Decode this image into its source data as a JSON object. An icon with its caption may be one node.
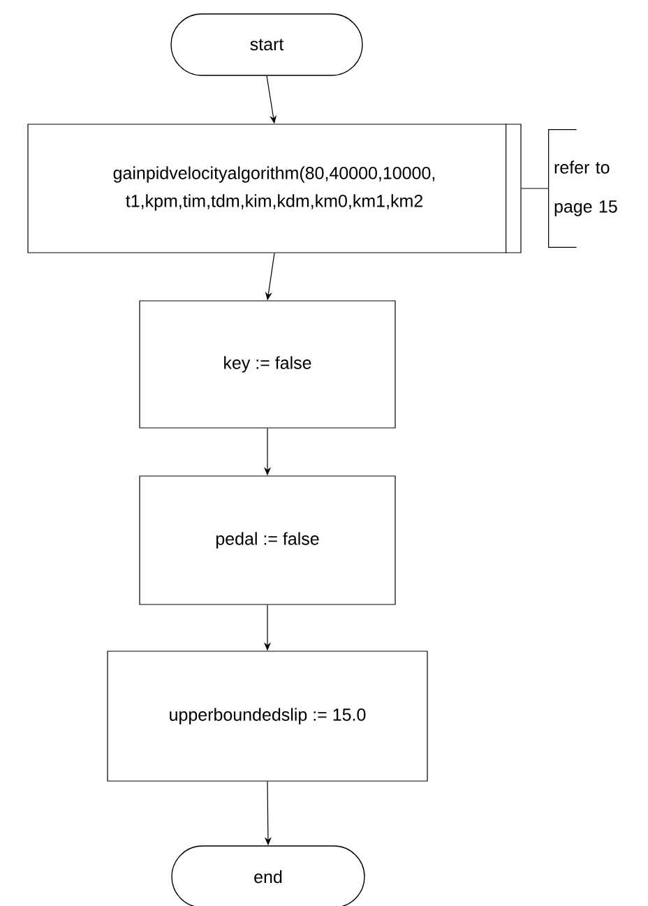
{
  "diagram": {
    "nodes": [
      {
        "text": [
          "start"
        ]
      },
      {
        "text": [
          "gainpidvelocityalgorithm(80,40000,10000, t1,kpm,tim,tdm,kim,kdm,km0,km1,km2"
        ]
      },
      {
        "text": [
          "refer to page 15"
        ]
      },
      {
        "text": [
          "key := false"
        ]
      },
      {
        "text": [
          "pedal := false"
        ]
      },
      {
        "text": [
          "upperboundedslip := 15.0"
        ]
      },
      {
        "text": [
          "end"
        ]
      }
    ],
    "edges": [
      {
        "from": 0,
        "to": 1,
        "arrow": "to"
      },
      {
        "from": 1,
        "to": 2,
        "arrow": "none"
      },
      {
        "from": 1,
        "to": 3,
        "arrow": "to"
      },
      {
        "from": 3,
        "to": 4,
        "arrow": "to"
      },
      {
        "from": 4,
        "to": 5,
        "arrow": "to"
      },
      {
        "from": 5,
        "to": 6,
        "arrow": "to"
      }
    ]
  }
}
